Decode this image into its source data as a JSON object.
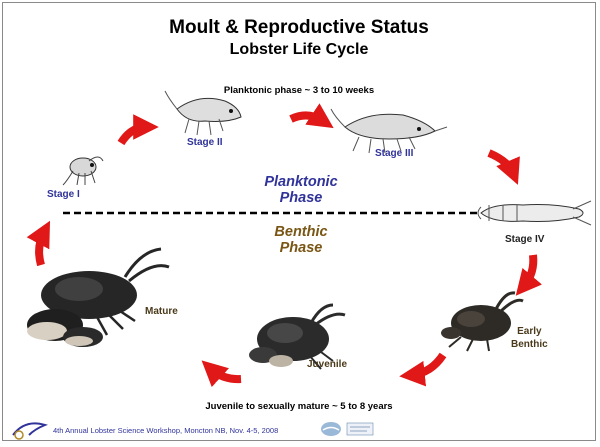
{
  "title": "Moult & Reproductive Status",
  "subtitle": "Lobster Life Cycle",
  "planktonic_caption": "Planktonic phase ~ 3 to 10 weeks",
  "benthic_caption": "Juvenile to sexually mature ~ 5 to 8 years",
  "phases": {
    "planktonic": "Planktonic Phase",
    "benthic": "Benthic Phase"
  },
  "stages": {
    "stage1": "Stage I",
    "stage2": "Stage II",
    "stage3": "Stage III",
    "stage4": "Stage IV",
    "early_benthic_1": "Early",
    "early_benthic_2": "Benthic",
    "juvenile": "Juvenile",
    "mature": "Mature"
  },
  "footer": {
    "text": "4th Annual Lobster Science Workshop, Moncton NB, Nov. 4-5, 2008"
  },
  "colors": {
    "arrow": "#e01818",
    "planktonic_label": "#30339a",
    "benthic_label": "#7a5614",
    "lobster_body": "#2b2b2b",
    "claw": "#d9d0c4"
  }
}
